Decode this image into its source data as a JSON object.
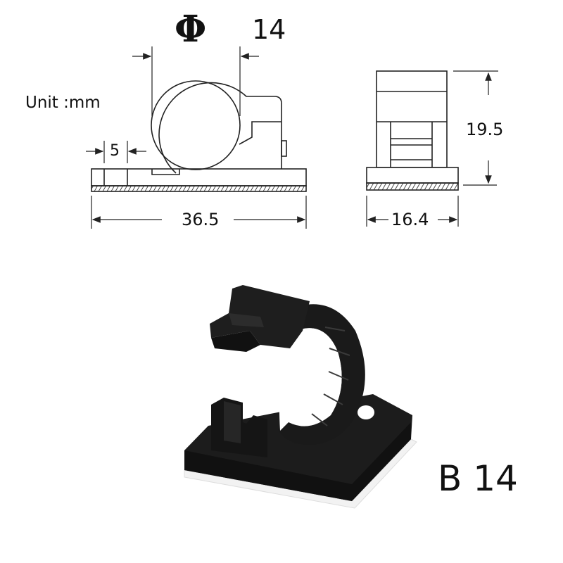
{
  "figure": {
    "title_symbol": "Φ",
    "diameter_value": "14",
    "unit_label": "Unit :mm",
    "model_label": "B 14"
  },
  "front_view": {
    "dimensions": {
      "slot_width": "5",
      "total_length": "36.5",
      "clamp_diameter": "14"
    }
  },
  "side_view": {
    "dimensions": {
      "height": "19.5",
      "base_width": "16.4"
    }
  },
  "product_photo": {
    "description": "black adjustable adhesive cable clip with white adhesive backing"
  },
  "colors": {
    "line": "#222222",
    "product": "#1a1a1a",
    "adhesive": "#f2f2f2",
    "background": "#ffffff"
  }
}
